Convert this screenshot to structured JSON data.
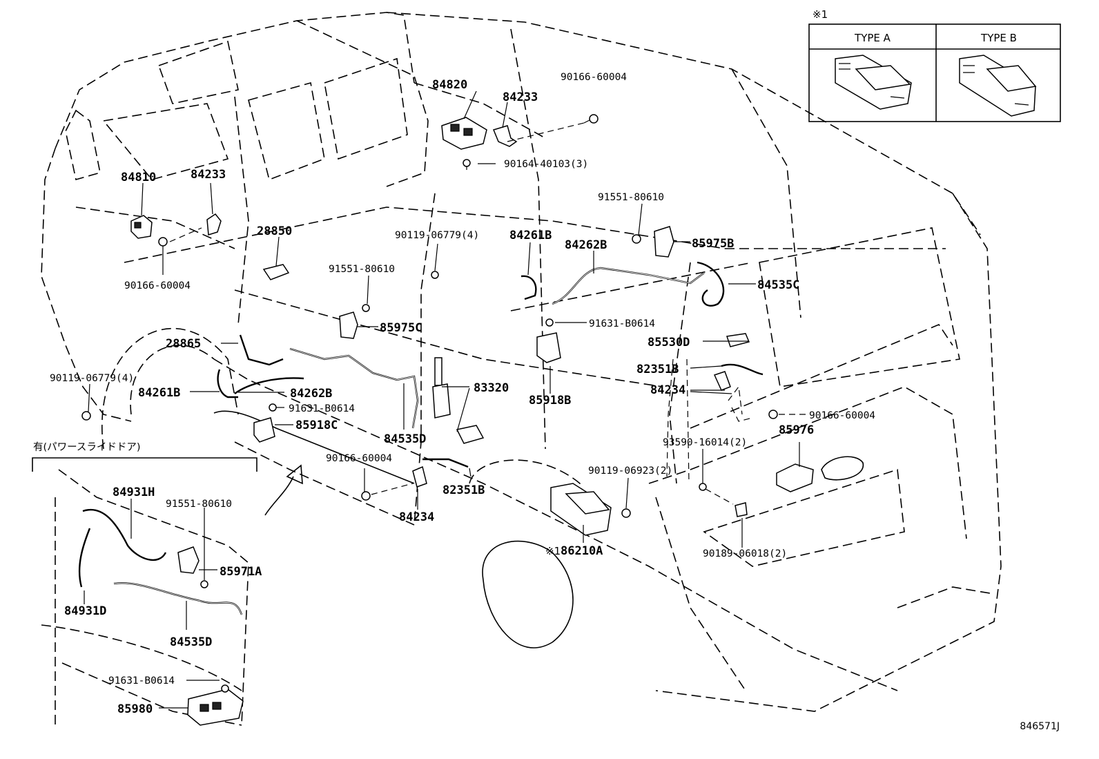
{
  "diagram": {
    "reference_code": "846571J",
    "note_mark": "※1",
    "type_table": {
      "note": "※1",
      "type_a": "TYPE A",
      "type_b": "TYPE B"
    },
    "inset_caption": "有(パワースライドドア)",
    "parts": {
      "p84820": "84820",
      "p84233_top": "84233",
      "p90166_top": "90166-60004",
      "p90164": "90164-40103(3)",
      "p84810": "84810",
      "p84233_left": "84233",
      "p28850": "28850",
      "p90166_left": "90166-60004",
      "p91551_top": "91551-80610",
      "p90119_mid": "90119-06779(4)",
      "p84261B_mid": "84261B",
      "p84262B_mid": "84262B",
      "p91551_mid": "91551-80610",
      "p85975B": "85975B",
      "p84535C": "84535C",
      "p85975C": "85975C",
      "p91631_mid": "91631-B0614",
      "p85530D": "85530D",
      "p28865": "28865",
      "p82351B_right": "82351B",
      "p83320": "83320",
      "p90119_left": "90119-06779(4)",
      "p84234_right": "84234",
      "p84261B_left": "84261B",
      "p84262B_left": "84262B",
      "p85918B": "85918B",
      "p91631_left": "91631-B0614",
      "p90166_right": "90166-60004",
      "p85918C": "85918C",
      "p84535D_mid": "84535D",
      "p85976": "85976",
      "p93590": "93590-16014(2)",
      "p90166_bottom": "90166-60004",
      "p82351B_bottom": "82351B",
      "p90119_bottom": "90119-06923(2)",
      "p84234_bottom": "84234",
      "p86210A": "86210A",
      "p90189": "90189-06018(2)",
      "p84931H": "84931H",
      "p91551_inset": "91551-80610",
      "p85971A": "85971A",
      "p84931D": "84931D",
      "p84535D_inset": "84535D",
      "p91631_inset": "91631-B0614",
      "p85980": "85980"
    }
  }
}
